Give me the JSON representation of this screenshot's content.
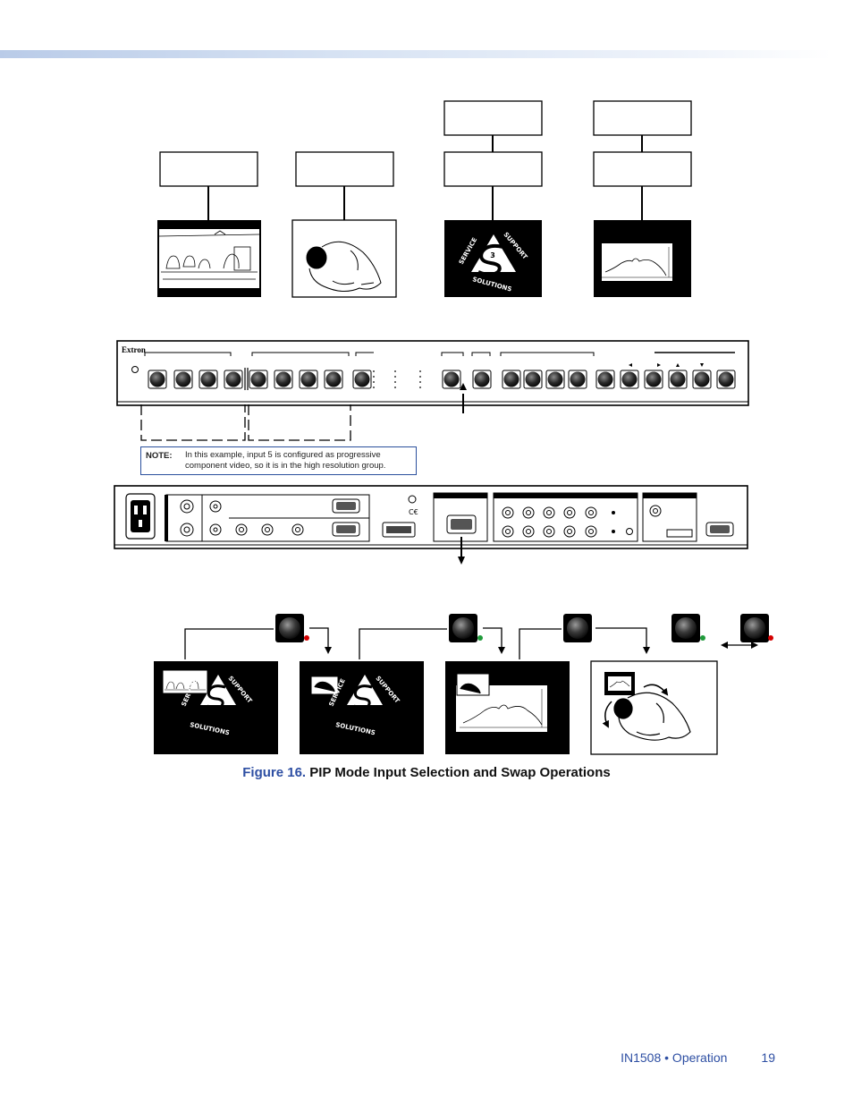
{
  "caption": {
    "figure_label": "Figure 16.",
    "title": "PIP Mode Input Selection and Swap Operations"
  },
  "note": {
    "label": "NOTE:",
    "text": "In this example, input 5 is configured as progressive component video, so it is in the high resolution group."
  },
  "front_panel": {
    "brand": "Extron"
  },
  "footer": {
    "doc": "IN1508 • Operation",
    "page": "19"
  },
  "colors": {
    "accent_blue": "#2e4fa3",
    "led_red": "#d40000",
    "led_green": "#1f9a3a"
  }
}
